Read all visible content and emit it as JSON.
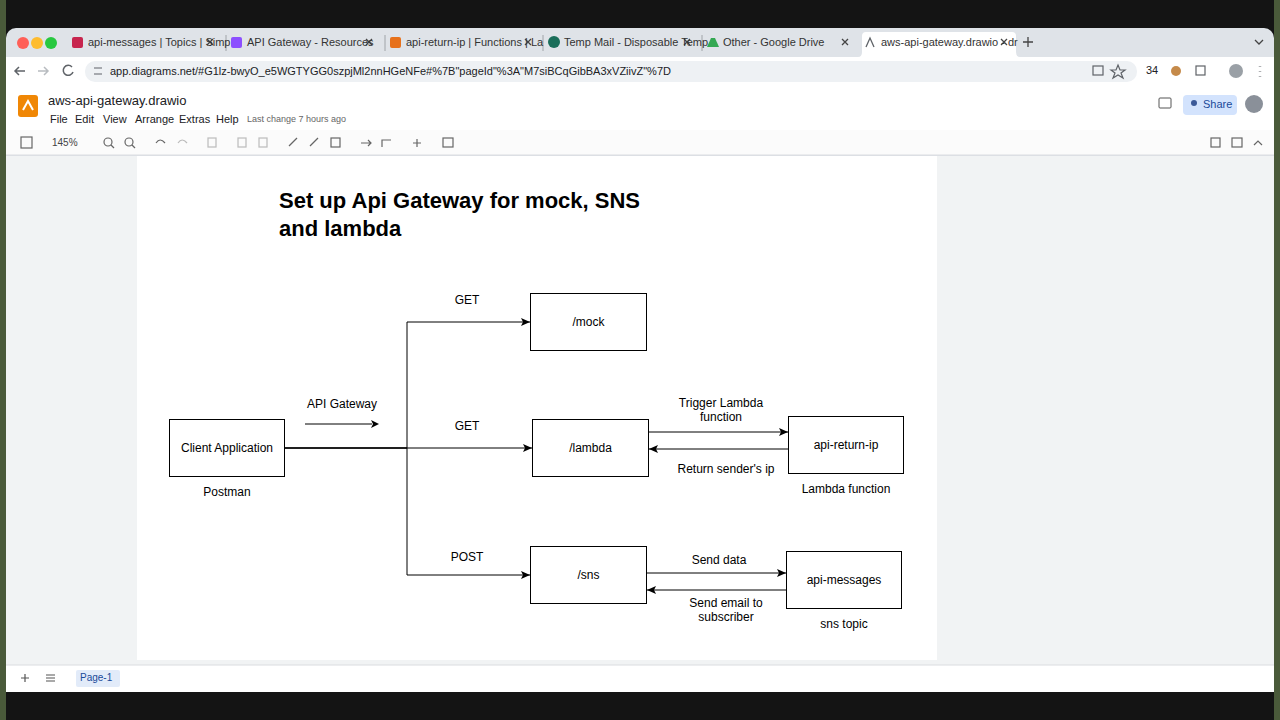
{
  "diagram": {
    "title": "Set up Api Gateway for mock, SNS and lambda",
    "nodes": [
      {
        "text": [
          "Client Application",
          "Postman"
        ]
      },
      {
        "text": [
          "/mock"
        ]
      },
      {
        "text": [
          "/lambda"
        ]
      },
      {
        "text": [
          "/sns"
        ]
      },
      {
        "text": [
          "api-return-ip",
          "Lambda function"
        ]
      },
      {
        "text": [
          "api-messages",
          "sns topic"
        ]
      }
    ],
    "edges": [
      {
        "from": 0,
        "to": 1,
        "arrow": "to",
        "label": "GET"
      },
      {
        "from": 0,
        "to": 2,
        "arrow": "to",
        "label": "GET"
      },
      {
        "from": 0,
        "to": 3,
        "arrow": "to",
        "label": "POST"
      },
      {
        "from": 2,
        "to": 4,
        "arrow": "to",
        "label": "Trigger Lambda function"
      },
      {
        "from": 4,
        "to": 2,
        "arrow": "to",
        "label": "Return sender's ip"
      },
      {
        "from": 3,
        "to": 5,
        "arrow": "to",
        "label": "Send data"
      },
      {
        "from": 5,
        "to": 3,
        "arrow": "to",
        "label": "Send email to subscriber"
      }
    ],
    "labels": [
      "api-messages | Topics | Simp",
      "API Gateway - Resources",
      "api-return-ip | Functions | La",
      "Temp Mail - Disposable Temp",
      "Other - Google Drive",
      "aws-api-gateway.drawio - dr",
      "app.diagrams.net/#G1lz-bwyO_e5WGTYGG0szpjMl2nnHGeNFe#%7B\"pageId\"%3A\"M7siBCqGibBA3xVZiivZ\"%7D",
      "34",
      "aws-api-gateway.drawio",
      "File",
      "Edit",
      "View",
      "Arrange",
      "Extras",
      "Help",
      "Last change 7 hours ago",
      "Share",
      "145%",
      "Page-1",
      "API Gateway"
    ]
  }
}
